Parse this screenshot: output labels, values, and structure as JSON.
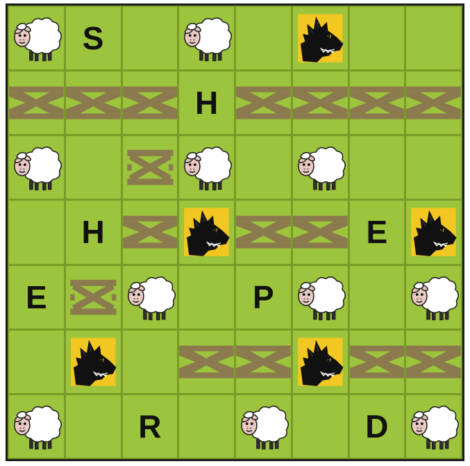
{
  "board": {
    "rows": 7,
    "cols": 8,
    "cells": [
      [
        {
          "t": "sheep"
        },
        {
          "t": "letter",
          "v": "S"
        },
        {
          "t": "empty"
        },
        {
          "t": "sheep"
        },
        {
          "t": "empty"
        },
        {
          "t": "wolf"
        },
        {
          "t": "empty"
        },
        {
          "t": "empty"
        }
      ],
      [
        {
          "t": "fence"
        },
        {
          "t": "fence"
        },
        {
          "t": "fence"
        },
        {
          "t": "letter",
          "v": "H"
        },
        {
          "t": "fence"
        },
        {
          "t": "fence"
        },
        {
          "t": "fence"
        },
        {
          "t": "fence"
        }
      ],
      [
        {
          "t": "sheep"
        },
        {
          "t": "empty"
        },
        {
          "t": "fence-v"
        },
        {
          "t": "sheep"
        },
        {
          "t": "empty"
        },
        {
          "t": "sheep"
        },
        {
          "t": "empty"
        },
        {
          "t": "empty"
        }
      ],
      [
        {
          "t": "empty"
        },
        {
          "t": "letter",
          "v": "H"
        },
        {
          "t": "fence"
        },
        {
          "t": "wolf"
        },
        {
          "t": "fence"
        },
        {
          "t": "fence"
        },
        {
          "t": "letter",
          "v": "E"
        },
        {
          "t": "wolf"
        }
      ],
      [
        {
          "t": "letter",
          "v": "E"
        },
        {
          "t": "fence-v"
        },
        {
          "t": "sheep"
        },
        {
          "t": "empty"
        },
        {
          "t": "letter",
          "v": "P"
        },
        {
          "t": "sheep"
        },
        {
          "t": "empty"
        },
        {
          "t": "sheep"
        }
      ],
      [
        {
          "t": "empty"
        },
        {
          "t": "wolf"
        },
        {
          "t": "empty"
        },
        {
          "t": "fence"
        },
        {
          "t": "fence"
        },
        {
          "t": "wolf"
        },
        {
          "t": "fence"
        },
        {
          "t": "fence"
        }
      ],
      [
        {
          "t": "sheep"
        },
        {
          "t": "empty"
        },
        {
          "t": "letter",
          "v": "R"
        },
        {
          "t": "empty"
        },
        {
          "t": "sheep"
        },
        {
          "t": "empty"
        },
        {
          "t": "letter",
          "v": "D"
        },
        {
          "t": "sheep"
        }
      ]
    ]
  },
  "colors": {
    "grass": "#9cc43c",
    "grid": "#7a9a28",
    "fence": "#8b7a4e",
    "wolf_bg": "#f3c721",
    "sheep_wool": "#ffffff",
    "sheep_face": "#e9c9c2"
  },
  "icons": {
    "sheep": "sheep-icon",
    "wolf": "wolf-icon",
    "fence": "fence-icon"
  }
}
